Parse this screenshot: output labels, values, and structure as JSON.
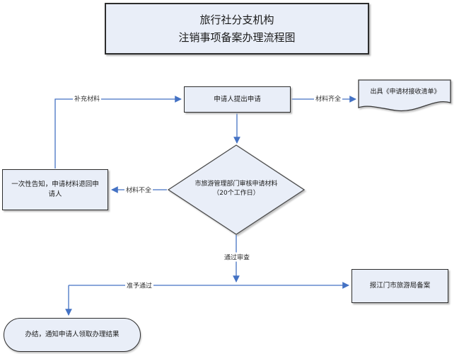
{
  "title": {
    "line1": "旅行社分支机构",
    "line2": "注销事项备案办理流程图"
  },
  "nodes": {
    "apply": "申请人提出申请",
    "receipt": "出具《申请材接收清单》",
    "review_line1": "市旅游管理部门审核申请材料",
    "review_line2": "（20个工作日）",
    "return": "一次性告知，申请材料退回申请人",
    "filing": "报江门市旅游局备案",
    "complete": "办结，通知申请人领取办理结果"
  },
  "edge_labels": {
    "supplement": "补充材料",
    "materials_complete": "材料齐全",
    "materials_incomplete": "材料不全",
    "pass_review": "通过审查",
    "approved": "准予通过"
  },
  "colors": {
    "shape_fill": "#e9eef8",
    "shape_border": "#2d2d2d",
    "arrow": "#4472c4",
    "label_text": "#333333"
  }
}
